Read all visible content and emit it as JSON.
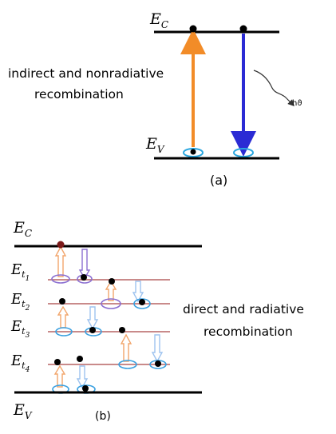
{
  "panel_a": {
    "conduction_band": "E",
    "conduction_band_sub": "C",
    "valence_band": "E",
    "valence_band_sub": "V",
    "caption_line1": "indirect and nonradiative",
    "caption_line2": "recombination",
    "photon_label": "hϑ",
    "panel_label": "(a)",
    "colors": {
      "excitation": "#f28c28",
      "emission": "#2b2bd4",
      "hole_ring": "#2aa7e0",
      "level": "#000000"
    }
  },
  "panel_b": {
    "conduction_band": "E",
    "conduction_band_sub": "C",
    "valence_band": "E",
    "valence_band_sub": "V",
    "trap_symbol": "E",
    "trap_sub": "t",
    "trap_levels": [
      "1",
      "2",
      "3",
      "4"
    ],
    "caption_line1": "direct and radiative",
    "caption_line2": "recombination",
    "panel_label": "(b)",
    "colors": {
      "trap_line": "#c98a8a",
      "up_arrow": "#f2a56b",
      "down_arrow": "#9ec3ef",
      "ring_purple": "#8b6fd1",
      "ring_blue": "#3aa0e0",
      "electron": "#000000",
      "hole_top": "#7b1a1a"
    }
  }
}
